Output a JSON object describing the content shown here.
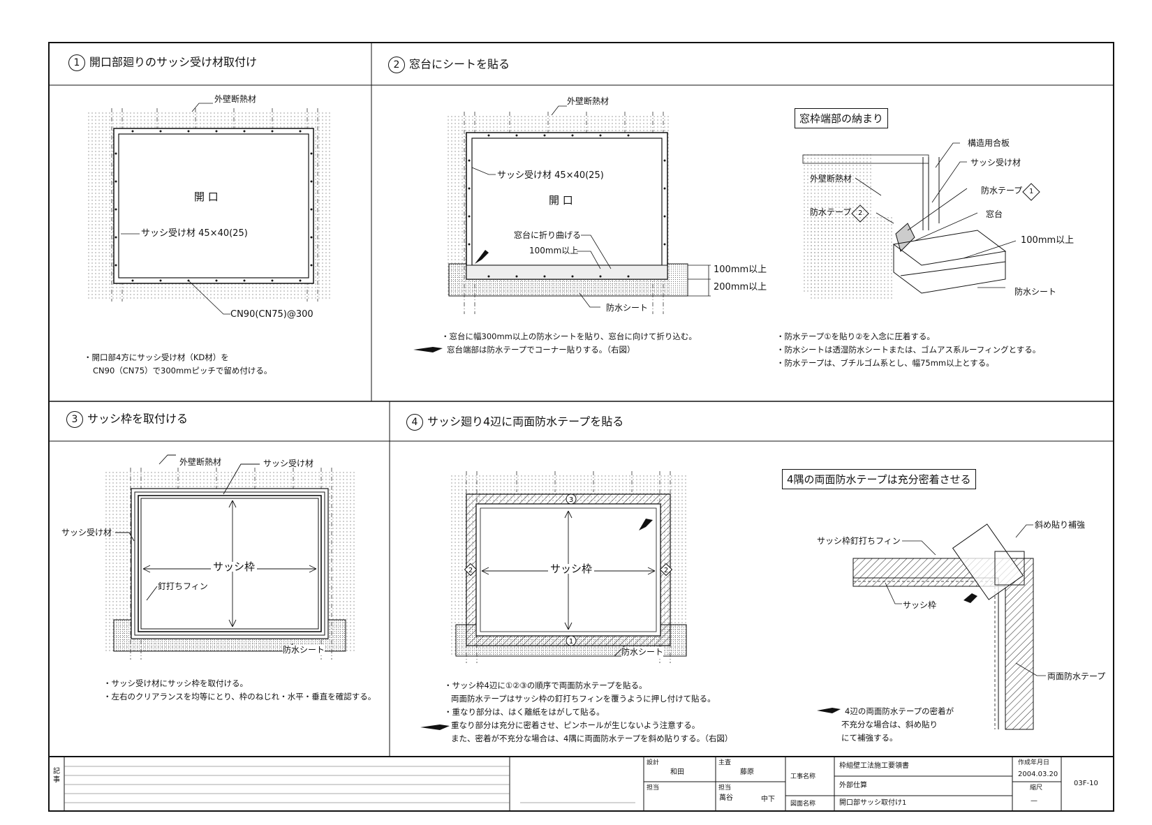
{
  "panels": {
    "p1": {
      "number": "1",
      "title": "開口部廻りのサッシ受け材取付け",
      "label_insulation": "外壁断熱材",
      "label_opening": "開 口",
      "label_receiver": "サッシ受け材 45×40(25)",
      "label_nail": "CN90(CN75)@300",
      "notes": [
        "・開口部4方にサッシ受け材（KD材）を",
        "CN90（CN75）で300mmピッチで留め付ける。"
      ]
    },
    "p2": {
      "number": "2",
      "title": "窓台にシートを貼る",
      "label_insulation": "外壁断熱材",
      "label_receiver": "サッシ受け材 45×40(25)",
      "label_opening": "開 口",
      "label_fold": "窓台に折り曲げる",
      "label_100": "100mm以上",
      "dim_100": "100mm以上",
      "dim_200": "200mm以上",
      "label_sheet": "防水シート",
      "notes": [
        "・窓台に幅300mm以上の防水シートを貼り、窓台に向けて折り込む。",
        "窓台端部は防水テープでコーナー貼りする。（右図）"
      ],
      "detail": {
        "title": "窓枠端部の納まり",
        "label_plywood": "構造用合板",
        "label_receiver": "サッシ受け材",
        "label_insulation": "外壁断熱材",
        "label_tape1": "防水テープ",
        "tape1_num": "1",
        "label_tape2": "防水テープ",
        "tape2_num": "2",
        "label_sill": "窓台",
        "label_100": "100mm以上",
        "label_sheet": "防水シート",
        "notes": [
          "・防水テープ①を貼り②を入念に圧着する。",
          "・防水シートは透湿防水シートまたは、ゴムアス系ルーフィングとする。",
          "・防水テープは、ブチルゴム系とし、幅75mm以上とする。"
        ]
      }
    },
    "p3": {
      "number": "3",
      "title": "サッシ枠を取付ける",
      "label_insulation": "外壁断熱材",
      "label_receiver_top": "サッシ受け材",
      "label_receiver_left": "サッシ受け材",
      "label_frame": "サッシ枠",
      "label_fin": "釘打ちフィン",
      "label_sheet": "防水シート",
      "notes": [
        "・サッシ受け材にサッシ枠を取付ける。",
        "・左右のクリアランスを均等にとり、枠のねじれ・水平・垂直を確認する。"
      ]
    },
    "p4": {
      "number": "4",
      "title": "サッシ廻り4辺に両面防水テープを貼る",
      "label_frame": "サッシ枠",
      "label_sheet": "防水シート",
      "marks": [
        "1",
        "2",
        "2",
        "3"
      ],
      "notes": [
        "・サッシ枠4辺に①②③の順序で両面防水テープを貼る。",
        "両面防水テープはサッシ枠の釘打ちフィンを覆うように押し付けて貼る。",
        "・重なり部分は、はく離紙をはがして貼る。",
        "重なり部分は充分に密着させ、ピンホールが生じないよう注意する。",
        "また、密着が不充分な場合は、4隅に両面防水テープを斜め貼りする。（右図）"
      ],
      "detail": {
        "title": "4隅の両面防水テープは充分密着させる",
        "label_diag": "斜め貼り補強",
        "label_fin": "サッシ枠釘打ちフィン",
        "label_frame": "サッシ枠",
        "label_tape": "両面防水テープ",
        "notes": [
          "4辺の両面防水テープの密着が",
          "不充分な場合は、斜め貼り",
          "にて補強する。"
        ]
      }
    }
  },
  "title_block": {
    "side_label": "記事",
    "design_label": "設計",
    "design_name": "和田",
    "chief_label": "主査",
    "chief_name": "藤原",
    "charge_label": "担当",
    "check_label": "担当",
    "check_name1": "萬谷",
    "check_name2": "中下",
    "project_label": "工事名称",
    "drawing_label": "図面名称",
    "project_name": "枠組壁工法施工要領書",
    "project_sub": "外部仕算",
    "drawing_name": "開口部サッシ取付け1",
    "date_label": "作成年月日",
    "date": "2004.03.20",
    "scale_label": "縮尺",
    "scale": "—",
    "sheet_no": "03F-10"
  }
}
